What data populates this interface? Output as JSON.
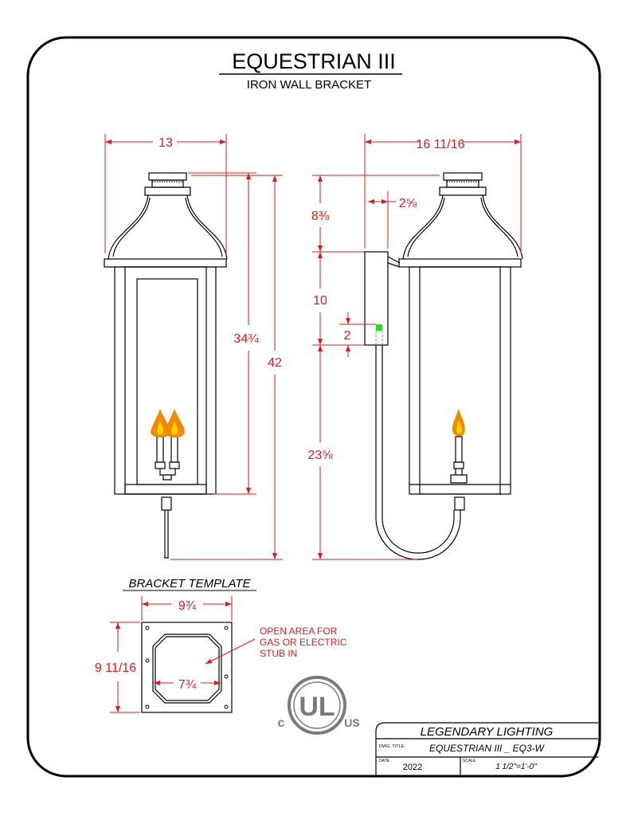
{
  "title": "EQUESTRIAN III",
  "subtitle": "IRON WALL BRACKET",
  "front_view": {
    "width_dim": "13",
    "fixture_height_dim": "34¾",
    "overall_height_dim": "42"
  },
  "side_view": {
    "depth_dim": "16 11/16",
    "bracket_offset_dim": "2⅝",
    "top_height_dim": "8⅜",
    "bracket_height_dim": "10",
    "stub_dim": "2",
    "lower_height_dim": "23⅝"
  },
  "template": {
    "heading": "BRACKET TEMPLATE",
    "width_dim": "9¾",
    "height_dim": "9 11/16",
    "opening_dim": "7¾",
    "note_lines": [
      "OPEN AREA FOR",
      "GAS OR ELECTRIC",
      "STUB IN"
    ]
  },
  "certification": {
    "c_label": "c",
    "ul_label": "UL",
    "us_label": "US"
  },
  "title_block": {
    "company": "LEGENDARY LIGHTING",
    "dwg_title_label": "DWG. TITLE:",
    "dwg_title": "EQUESTRIAN III _ EQ3-W",
    "date_label": "DATE",
    "date": "2022",
    "scale_label": "SCALE",
    "scale": "1 1/2\"=1'-0\""
  },
  "colors": {
    "dimension_red": "#e0191c",
    "flame_orange": "#f08a00",
    "flame_yellow": "#ffd200",
    "marker_green": "#19e619",
    "line_black": "#000000"
  }
}
